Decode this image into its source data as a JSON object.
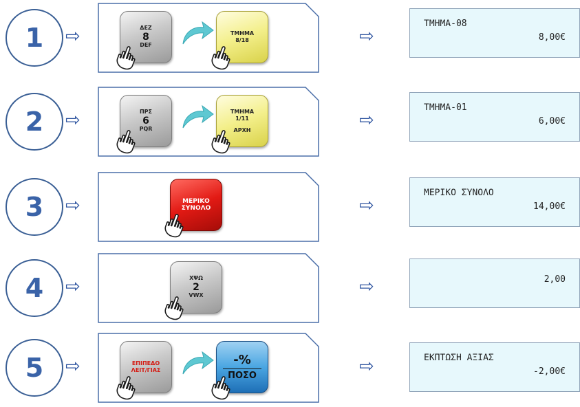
{
  "steps": [
    {
      "number": "1",
      "key_a": {
        "top": "ΔΕΖ",
        "mid": "8",
        "bot": "DEF"
      },
      "key_b": {
        "line1": "ΤΜΗΜΑ",
        "line2": "8/18",
        "line3": ""
      },
      "display": {
        "line1": "ΤΜΗΜΑ-08",
        "line2": "8,00€"
      }
    },
    {
      "number": "2",
      "key_a": {
        "top": "ΠΡΣ",
        "mid": "6",
        "bot": "PQR"
      },
      "key_b": {
        "line1": "ΤΜΗΜΑ",
        "line2": "1/11",
        "line3": "ΑΡΧΗ"
      },
      "display": {
        "line1": "ΤΜΗΜΑ-01",
        "line2": "6,00€"
      }
    },
    {
      "number": "3",
      "key_red": {
        "line1": "ΜΕΡΙΚΟ",
        "line2": "ΣΥΝΟΛΟ"
      },
      "display": {
        "line1": "ΜΕΡΙΚΟ ΣΥΝΟΛΟ",
        "line2": "14,00€"
      }
    },
    {
      "number": "4",
      "key_a": {
        "top": "ΧΨΩ",
        "mid": "2",
        "bot": "VWX"
      },
      "display": {
        "line1": "",
        "line2": "2,00"
      }
    },
    {
      "number": "5",
      "key_a": {
        "line1": "ΕΠΙΠΕΔΟ",
        "line2": "ΛΕΙΤ/ΓΙΑΣ"
      },
      "key_blue": {
        "top": "-%",
        "bot": "ΠΟΣΟ"
      },
      "display": {
        "line1": "ΕΚΠΤΩΣΗ ΑΞΙΑΣ",
        "line2": "-2,00€"
      }
    }
  ],
  "arrow_glyph": "⇨",
  "icons": {
    "hand": "pointing-hand-icon",
    "curve": "curved-arrow-icon"
  },
  "colors": {
    "accent": "#3a63a8",
    "display_bg": "#e7f8fc"
  }
}
